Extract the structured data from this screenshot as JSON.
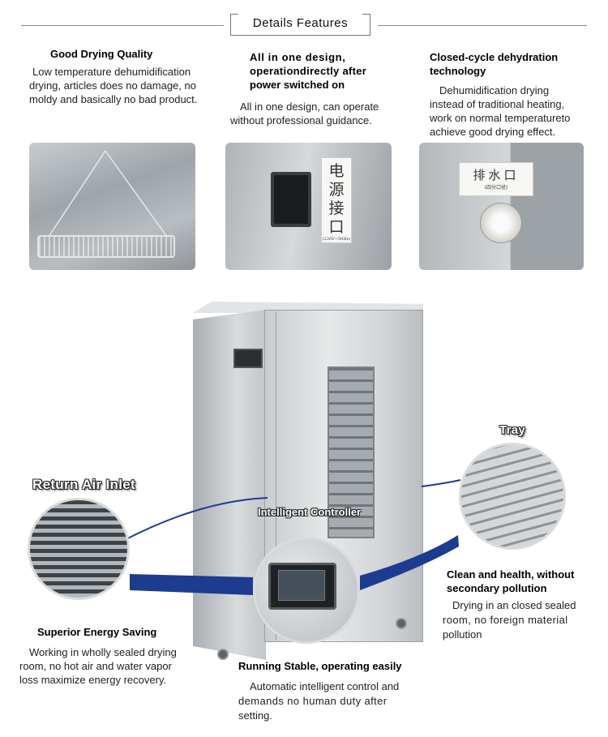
{
  "header": {
    "title": "Details Features"
  },
  "features": [
    {
      "title": "Good Drying Quality",
      "lines": [
        "Low temperature dehumidification",
        "drying, articles does no damage, no",
        "moldy and basically no bad product."
      ]
    },
    {
      "title_lines": [
        "All in one design,",
        "operationdirectly after",
        "power switched on"
      ],
      "lines": [
        "All in one design, can operate",
        "without professional guidance."
      ]
    },
    {
      "title_lines": [
        "Closed-cycle dehydration",
        "technology"
      ],
      "lines": [
        "Dehumidification drying",
        "instead of traditional heating,",
        "work on normal temperatureto",
        "achieve good drying effect."
      ]
    }
  ],
  "photos": {
    "power_tag_cn": [
      "电",
      "源",
      "接",
      "口"
    ],
    "power_tag_sub": "(220V~50Hz)",
    "drain_tag_cn": "排水口",
    "drain_tag_sub": "(四分口径)"
  },
  "callouts": {
    "return_air": "Return Air Inlet",
    "controller": "Intelligent Controller",
    "tray": "Tray"
  },
  "bottom_features": [
    {
      "title": "Superior Energy Saving",
      "lines": [
        "Working in wholly sealed drying",
        "room, no hot air and water vapor",
        "loss maximize energy recovery."
      ]
    },
    {
      "title": "Running Stable, operating easily",
      "lines": [
        "Automatic intelligent control and",
        "demands no human duty after",
        "setting."
      ]
    },
    {
      "title_lines": [
        "Clean and health, without",
        "secondary pollution"
      ],
      "lines": [
        "Drying in an closed sealed",
        "room, no foreign material",
        "pollution"
      ]
    }
  ],
  "colors": {
    "swoosh": "#1d3c8f",
    "text": "#111111"
  }
}
